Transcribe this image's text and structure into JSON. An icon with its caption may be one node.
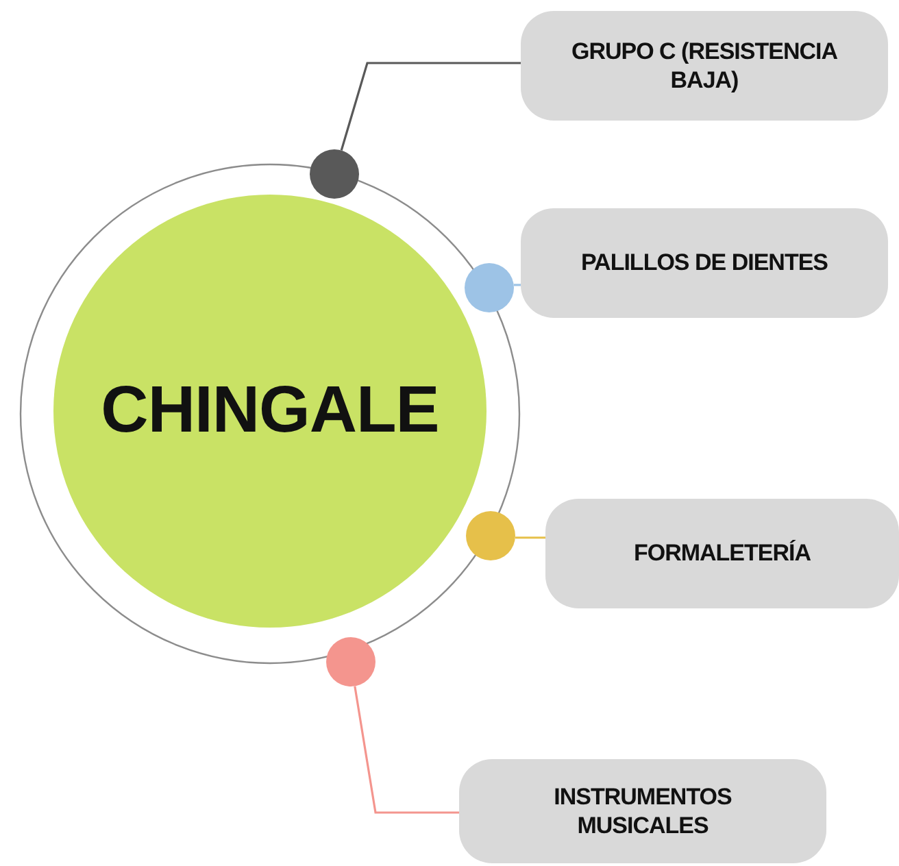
{
  "diagram": {
    "nodes": [
      {
        "text": [
          "CHINGALE"
        ]
      },
      {
        "text": [],
        "shape": "circle"
      },
      {
        "text": [
          "GRUPO C (RESISTENCIA BAJA)"
        ]
      },
      {
        "text": [],
        "shape": "circle"
      },
      {
        "text": [
          "PALILLOS DE DIENTES"
        ]
      },
      {
        "text": [],
        "shape": "circle"
      },
      {
        "text": [
          "FORMALETERÍA"
        ]
      },
      {
        "text": [],
        "shape": "circle"
      },
      {
        "text": [
          "INSTRUMENTOS MUSICALES"
        ]
      }
    ],
    "edges": [
      {
        "from": 1,
        "to": 2,
        "arrow": "none",
        "color": "#595959"
      },
      {
        "from": 3,
        "to": 4,
        "arrow": "none",
        "color": "#9dc3e6"
      },
      {
        "from": 5,
        "to": 6,
        "arrow": "none",
        "color": "#e6c04a"
      },
      {
        "from": 7,
        "to": 8,
        "arrow": "none",
        "color": "#f4958e"
      }
    ]
  }
}
